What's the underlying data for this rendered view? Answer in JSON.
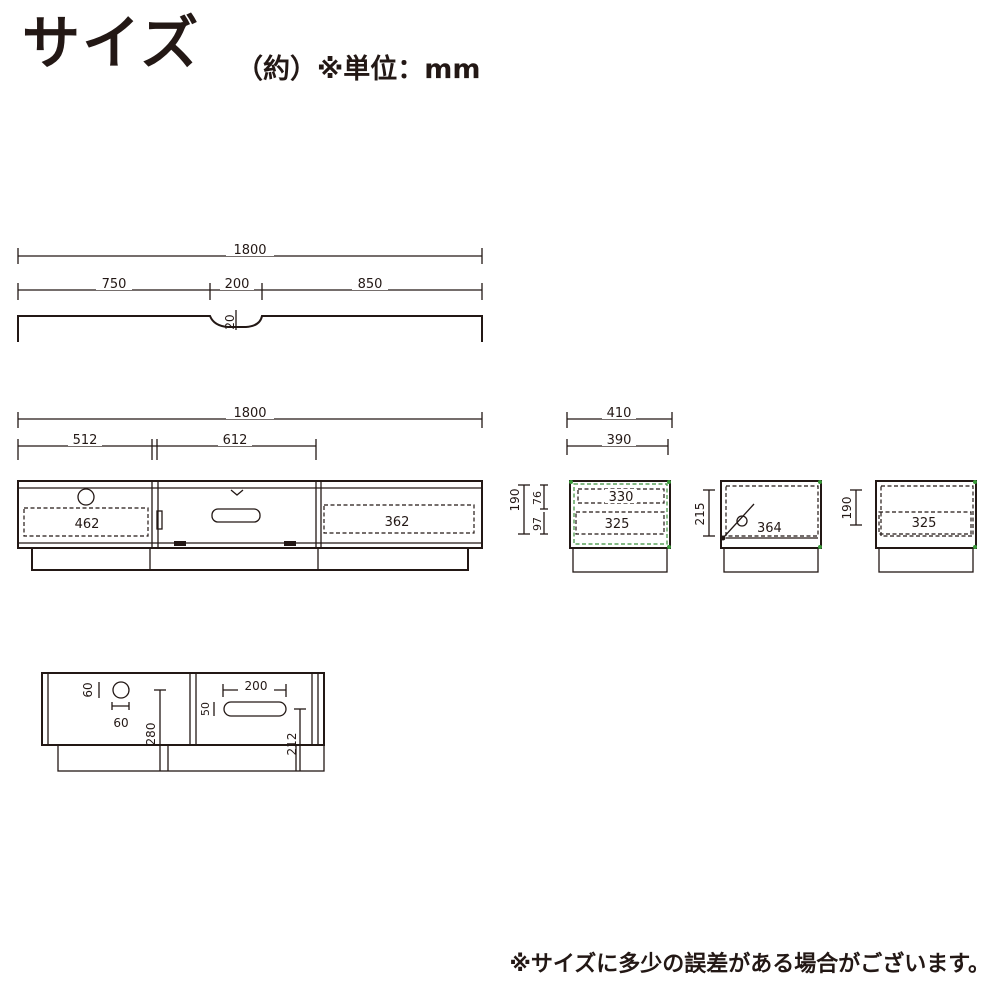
{
  "header": {
    "title": "サイズ",
    "subtitle": "（約）※単位：mm"
  },
  "top_view": {
    "overall_width": "1800",
    "seg_left": "750",
    "seg_mid": "200",
    "seg_right": "850",
    "depth": "20"
  },
  "front_view": {
    "overall_width": "1800",
    "seg_left": "512",
    "seg_mid": "612",
    "drawer_left": "462",
    "drawer_right": "362"
  },
  "side_view_1": {
    "depth_outer": "410",
    "depth_inner": "390",
    "height_total": "190",
    "height_upper": "76",
    "height_lower": "97",
    "shelf_upper": "330",
    "shelf_lower": "325"
  },
  "side_view_2": {
    "height": "215",
    "diagonal": "364"
  },
  "side_view_3": {
    "height": "190",
    "shelf": "325"
  },
  "back_view": {
    "hole_h": "60",
    "hole_w": "60",
    "slot_w": "200",
    "slot_h": "50",
    "height_a": "280",
    "height_b": "212"
  },
  "footer": {
    "note": "※サイズに多少の誤差がある場合がございます。"
  },
  "colors": {
    "line": "#231815",
    "accent_green": "#3a8f3a"
  }
}
